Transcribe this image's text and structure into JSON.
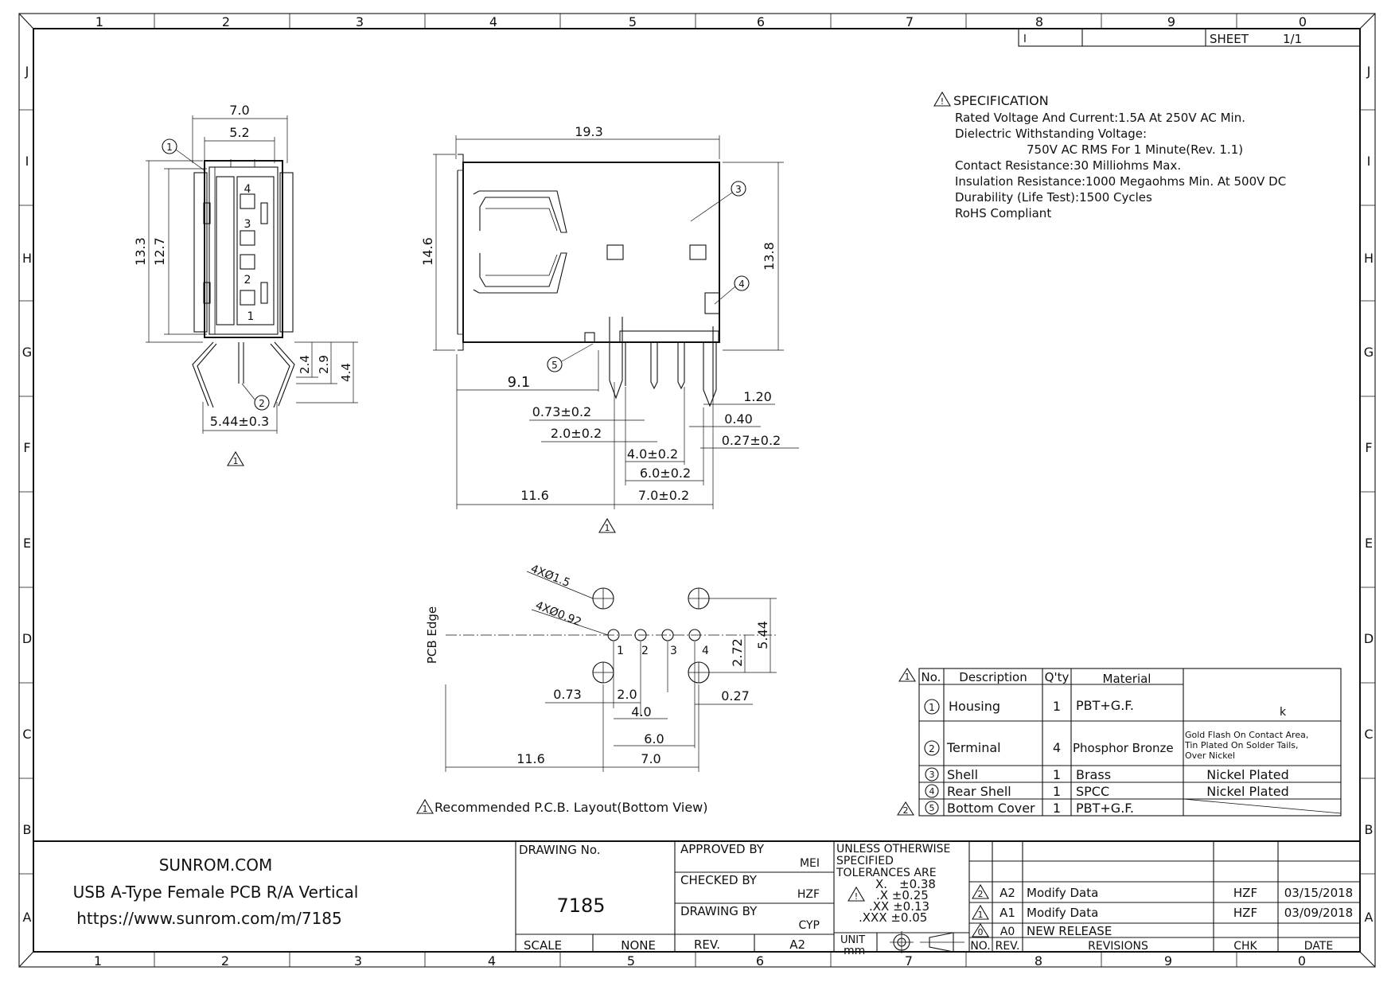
{
  "sheet": {
    "label": "SHEET",
    "value": "1/1",
    "rev_box": "I"
  },
  "grid": {
    "columns": [
      "1",
      "2",
      "3",
      "4",
      "5",
      "6",
      "7",
      "8",
      "9",
      "0"
    ],
    "rows": [
      "J",
      "I",
      "H",
      "G",
      "F",
      "E",
      "D",
      "C",
      "B",
      "A"
    ]
  },
  "specification": {
    "title": "SPECIFICATION",
    "lines": [
      "Rated Voltage And Current:1.5A At 250V AC Min.",
      "Dielectric Withstanding Voltage:",
      "750V AC RMS For 1 Minute(Rev. 1.1)",
      "Contact Resistance:30 Milliohms Max.",
      "Insulation Resistance:1000 Megaohms Min. At 500V DC",
      "Durability (Life Test):1500 Cycles",
      "RoHS Compliant"
    ]
  },
  "front_view": {
    "dims": [
      "7.0",
      "5.2",
      "13.3",
      "12.7",
      "2.4",
      "2.9",
      "4.4",
      "5.44±0.3"
    ],
    "pins": [
      "4",
      "3",
      "2",
      "1"
    ],
    "callouts": [
      "1",
      "2"
    ],
    "rev_mark": "1"
  },
  "side_view": {
    "dims": [
      "19.3",
      "14.6",
      "13.8",
      "9.1",
      "1.20",
      "0.73±0.2",
      "0.40",
      "2.0±0.2",
      "0.27±0.2",
      "4.0±0.2",
      "6.0±0.2",
      "11.6",
      "7.0±0.2"
    ],
    "callouts": [
      "3",
      "4",
      "5"
    ],
    "rev_mark": "1"
  },
  "pcb_layout": {
    "edge_label": "PCB Edge",
    "hole_labels": [
      "4XØ1.5",
      "4XØ0.92"
    ],
    "pins": [
      "1",
      "2",
      "3",
      "4"
    ],
    "dims": [
      "2.72",
      "5.44",
      "0.73",
      "2.0",
      "4.0",
      "6.0",
      "0.27",
      "11.6",
      "7.0"
    ],
    "caption": "Recommended P.C.B. Layout(Bottom View)",
    "rev_mark": "1"
  },
  "bom": {
    "headers": [
      "No.",
      "Description",
      "Q'ty",
      "Material"
    ],
    "rows": [
      {
        "no": "1",
        "description": "Housing",
        "qty": "1",
        "material": "PBT+G.F.",
        "finish": "k"
      },
      {
        "no": "2",
        "description": "Terminal",
        "qty": "4",
        "material": "Phosphor Bronze",
        "finish_lines": [
          "Gold Flash On Contact Area,",
          "Tin Plated On Solder Tails,",
          "Over Nickel"
        ]
      },
      {
        "no": "3",
        "description": "Shell",
        "qty": "1",
        "material": "Brass",
        "finish": "Nickel Plated"
      },
      {
        "no": "4",
        "description": "Rear Shell",
        "qty": "1",
        "material": "SPCC",
        "finish": "Nickel Plated"
      },
      {
        "no": "5",
        "description": "Bottom Cover",
        "qty": "1",
        "material": "PBT+G.F.",
        "finish": ""
      }
    ],
    "rev_mark_header": "1",
    "rev_mark_row5": "2"
  },
  "title_block": {
    "company": "SUNROM.COM",
    "title": "USB A-Type Female PCB R/A Vertical",
    "url": "https://www.sunrom.com/m/7185",
    "drawing_no_label": "DRAWING No.",
    "drawing_no": "7185",
    "scale_label": "SCALE",
    "scale_value": "NONE",
    "approved_label": "APPROVED BY",
    "approved_value": "MEI",
    "checked_label": "CHECKED BY",
    "checked_value": "HZF",
    "drawn_label": "DRAWING BY",
    "drawn_value": "CYP",
    "rev_label": "REV.",
    "rev_value": "A2",
    "tolerance_lines": [
      "UNLESS OTHERWISE",
      "SPECIFIED",
      "TOLERANCES ARE"
    ],
    "tolerances": [
      ".X ±0.38",
      ".X ±0.25",
      ".XX ±0.13",
      ".XXX ±0.05"
    ],
    "tolerance_x_label": "X.",
    "tolerance_values": [
      "±0.38",
      ".X  ±0.25",
      ".XX  ±0.13",
      ".XXX  ±0.05"
    ],
    "unit_label": "UNIT",
    "unit_value": "mm"
  },
  "revisions": {
    "headers": [
      "NO.",
      "REV.",
      "REVISIONS",
      "CHK",
      "DATE"
    ],
    "rows": [
      {
        "mark": "2",
        "rev": "A2",
        "desc": "Modify Data",
        "chk": "HZF",
        "date": "03/15/2018"
      },
      {
        "mark": "1",
        "rev": "A1",
        "desc": "Modify Data",
        "chk": "HZF",
        "date": "03/09/2018"
      },
      {
        "mark": "0",
        "rev": "A0",
        "desc": "NEW RELEASE",
        "chk": "",
        "date": ""
      }
    ]
  }
}
